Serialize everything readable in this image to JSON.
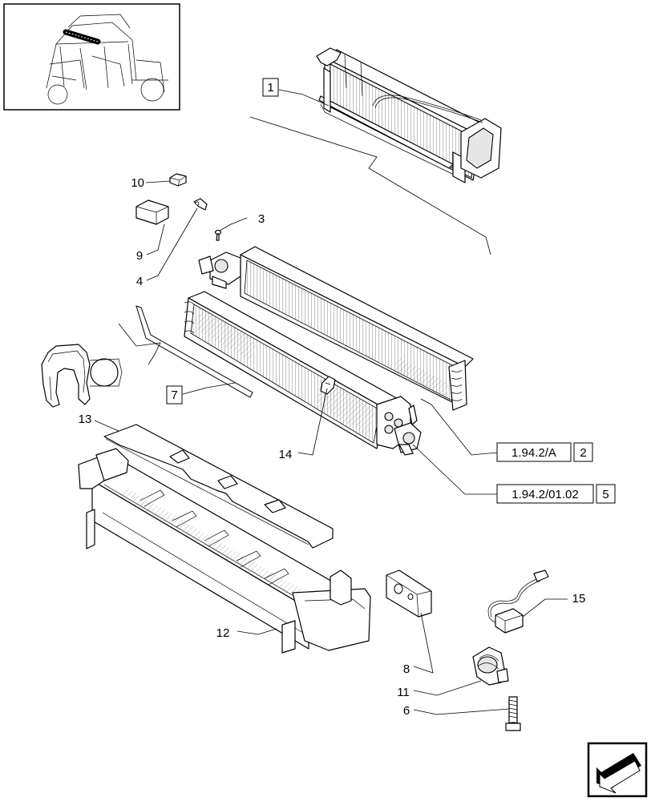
{
  "callouts": {
    "c1": "1",
    "c2": "2",
    "c3": "3",
    "c4": "4",
    "c5": "5",
    "c6": "6",
    "c7": "7",
    "c8": "8",
    "c9": "9",
    "c10": "10",
    "c11": "11",
    "c12": "12",
    "c13": "13",
    "c14": "14",
    "c15": "15"
  },
  "references": {
    "ref_a": "1.94.2/A",
    "ref_b": "1.94.2/01.02"
  },
  "icons": {
    "thumbnail": "tractor-cab-thumbnail",
    "navigation": "next-page-arrow-icon"
  }
}
